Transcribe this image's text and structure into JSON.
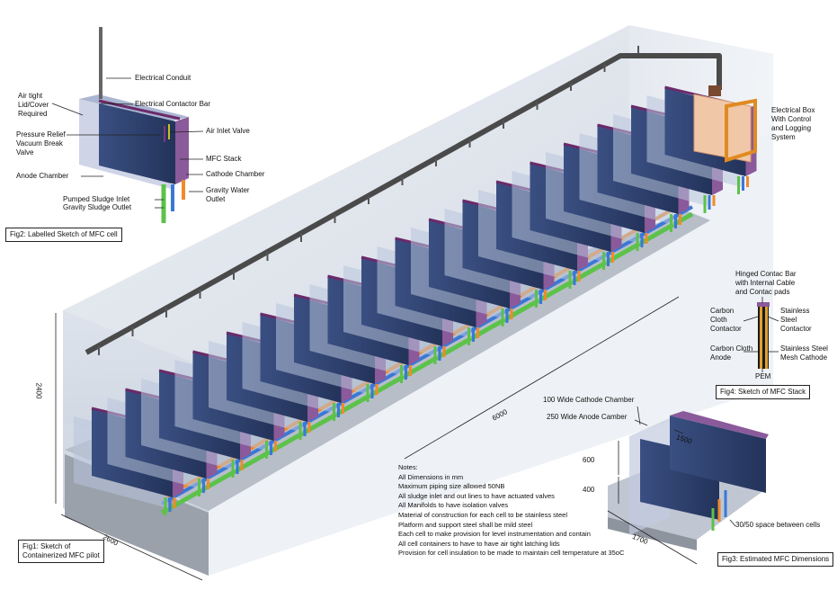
{
  "figures": {
    "fig1": "Fig1: Sketch of\nContainerized MFC pilot",
    "fig2": "Fig2: Labelled Sketch of MFC cell",
    "fig3": "Fig3: Estimated MFC Dimensions",
    "fig4": "Fig4: Sketch of MFC Stack"
  },
  "fig2_labels": {
    "electrical_conduit": "Electrical Conduit",
    "air_tight_lid": "Air tight\nLid/Cover\nRequired",
    "electrical_contactor_bar": "Electrical Contactor Bar",
    "pressure_relief": "Pressure Relief\nVacuum Break\nValve",
    "air_inlet_valve": "Air Inlet Valve",
    "mfc_stack": "MFC Stack",
    "cathode_chamber": "Cathode Chamber",
    "anode_chamber": "Anode Chamber",
    "gravity_water_outlet": "Gravity Water\nOutlet",
    "pumped_sludge_inlet": "Pumped Sludge Inlet",
    "gravity_sludge_outlet": "Gravity Sludge Outlet"
  },
  "electrical_box": "Electrical Box\nWith Control\nand Logging\nSystem",
  "fig4_labels": {
    "hinged_bar": "Hinged Contac Bar\nwith Internal Cable\nand Contac pads",
    "carbon_cloth_contactor": "Carbon\nCloth\nContactor",
    "stainless_steel_contactor": "Stainless\nSteel\nContactor",
    "carbon_cloth_anode": "Carbon Cloth\nAnode",
    "stainless_mesh_cathode": "Stainless Steel\nMesh Cathode",
    "pem": "PEM"
  },
  "fig3_labels": {
    "cathode_chamber": "100 Wide Cathode Chamber",
    "anode_chamber": "250 Wide Anode Camber",
    "dim_1500": "1500",
    "dim_600": "600",
    "dim_400": "400",
    "spacing": "30/50 space between cells",
    "dim_1700": "1700"
  },
  "container_dims": {
    "height": "2400",
    "length": "6000",
    "width": "2600"
  },
  "notes": {
    "title": "Notes:",
    "items": [
      "All Dimensions in mm",
      "Maximum piping size allowed 50NB",
      "All sludge inlet and out lines to have actuated valves",
      "All Manifolds to have isolation valves",
      "Material of construction for each cell to be stainless steel",
      "Platform and support steel shall be mild steel",
      "Each cell to make provision for level instrumentation and contain",
      "All cell containers to have to have air tight latching lids",
      "Provision for cell insulation to be made to maintain cell temperature at 35oC"
    ]
  },
  "colors": {
    "container": "#d7dde6",
    "cell_body": "#2c3e6b",
    "cathode": "#8a5a9a",
    "pipe_green": "#5cc24a",
    "pipe_orange": "#f08a2a",
    "pipe_blue": "#3a78d8",
    "conduit": "#4a4a4a",
    "electrical_box": "#f0c8a8"
  }
}
